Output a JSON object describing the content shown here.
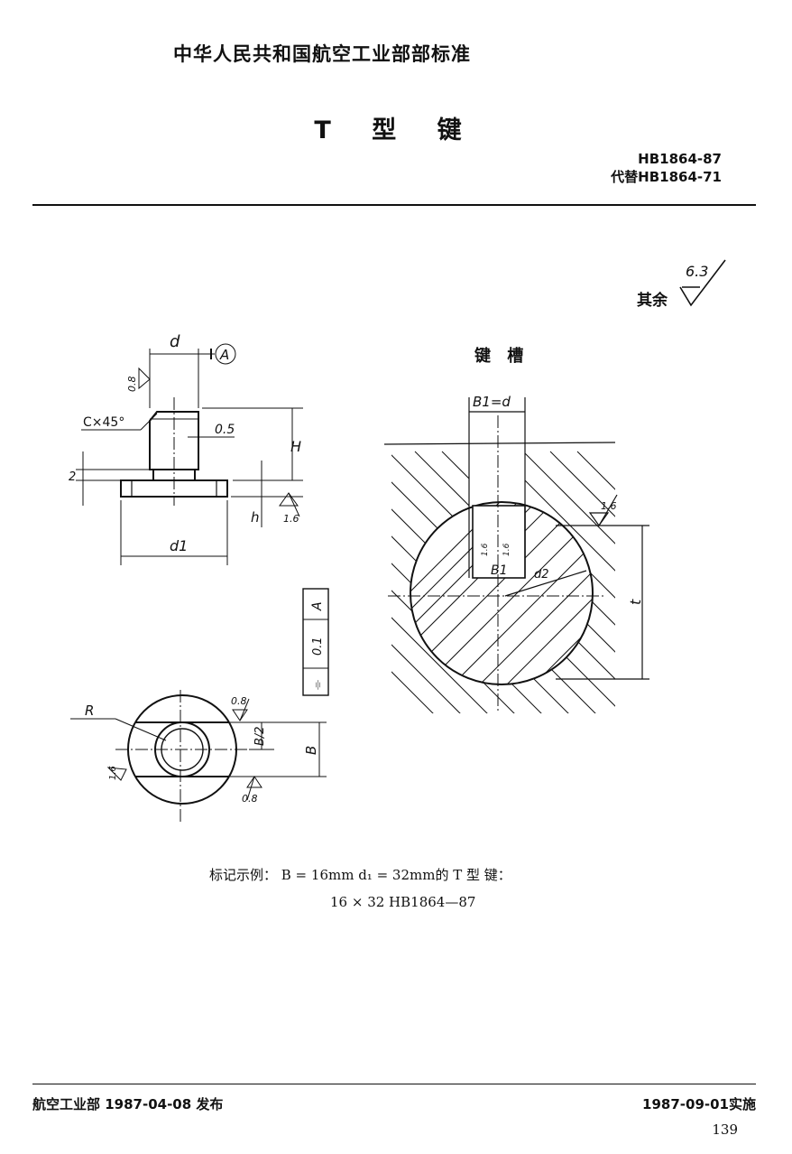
{
  "header": {
    "standard_title": "中华人民共和国航空工业部部标准",
    "document_title": "T 型 键",
    "code": "HB1864-87",
    "replaces": "代替HB1864-71"
  },
  "roughness": {
    "label": "其余",
    "value": "6.3"
  },
  "drawing": {
    "dim_d": "d",
    "datum": "A",
    "roughness_side": "0.8",
    "chamfer": "C×45°",
    "offset_05": "0.5",
    "dim_2": "2",
    "dim_H": "H",
    "dim_h": "h",
    "roughness_base": "1.6",
    "dim_d1": "d1",
    "tolerance_symbol": "⌯",
    "tolerance_value": "0.1",
    "tolerance_datum": "A",
    "dim_R": "R",
    "roughness_top": "0.8",
    "roughness_left": "1.6",
    "dim_B_half": "B/2",
    "dim_B": "B",
    "roughness_bottom": "0.8"
  },
  "keyway": {
    "title": "键 槽",
    "b1_eq_d": "B1=d",
    "roughness_right": "1.6",
    "roughness_in1": "1.6",
    "roughness_in2": "1.6",
    "dim_B1": "B1",
    "dim_d2": "d2",
    "dim_t": "t"
  },
  "example": {
    "line1": "标记示例： B = 16mm   d₁ = 32mm的 T 型 键：",
    "line2": "16 × 32   HB1864—87"
  },
  "footer": {
    "issued": "航空工业部 1987-04-08 发布",
    "effective": "1987-09-01实施",
    "page": "139"
  }
}
